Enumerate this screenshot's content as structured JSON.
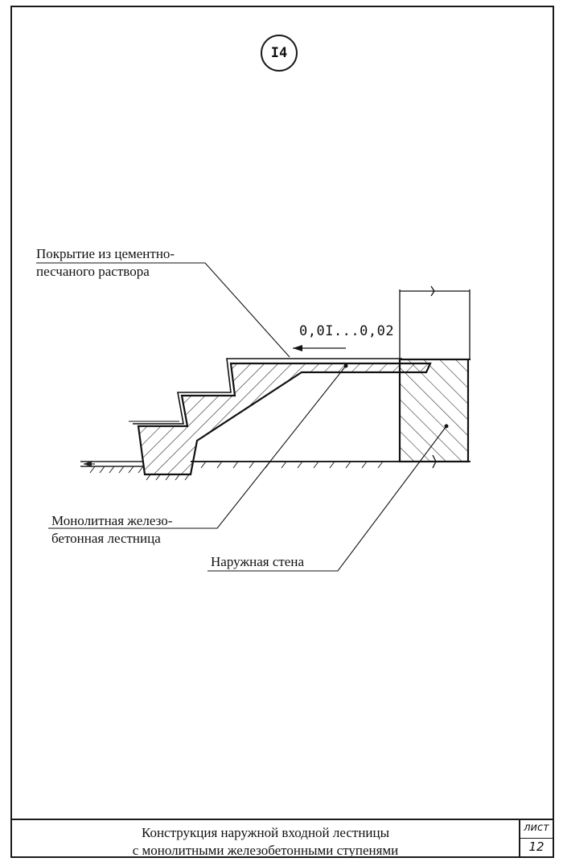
{
  "sheet_circle_number": "I4",
  "labels": {
    "coating_line1": "Покрытие из цементно-",
    "coating_line2": "песчаного раствора",
    "slope": "0,0I...0,02",
    "stair_line1": "Монолитная железо-",
    "stair_line2": "бетонная лестница",
    "wall": "Наружная стена"
  },
  "title_block": {
    "title_line1": "Конструкция наружной входной лестницы",
    "title_line2": "с монолитными железобетонными ступенями",
    "sheet_label": "лист",
    "sheet_number": "12"
  }
}
